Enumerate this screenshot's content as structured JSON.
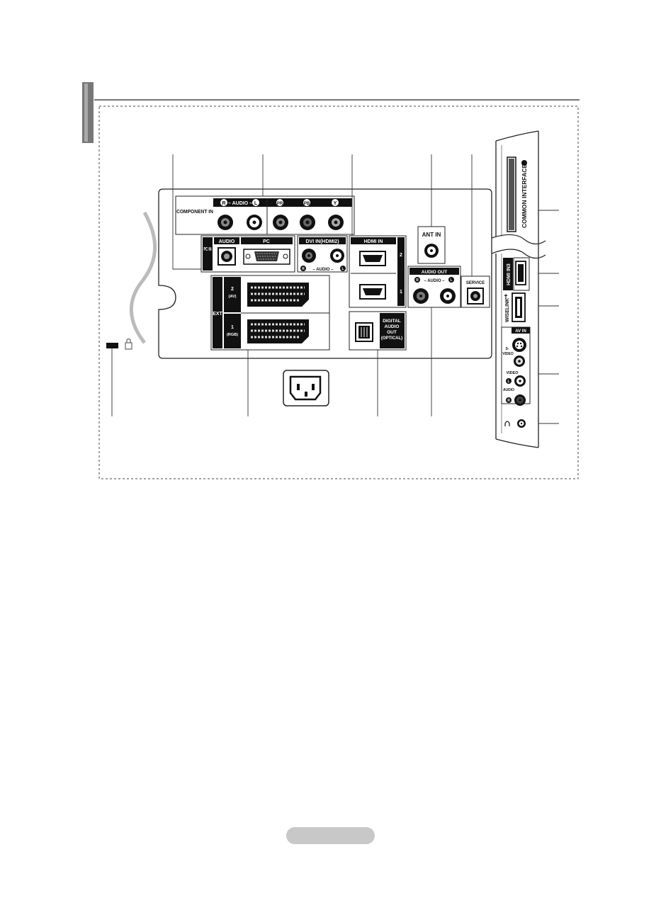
{
  "component": {
    "title": "COMPONENT IN",
    "audio": "– AUDIO –",
    "r": "R",
    "l": "L",
    "pr": "PR",
    "pb": "PB",
    "y": "Y"
  },
  "pcin": {
    "title": "PC IN",
    "audio": "AUDIO",
    "pc": "PC"
  },
  "dvi": {
    "title": "DVI IN(HDMI2)",
    "audio": "– AUDIO –",
    "r": "R",
    "l": "L"
  },
  "hdmi": {
    "title": "HDMI IN",
    "n2": "2",
    "n1": "1"
  },
  "antin": {
    "label": "ANT IN"
  },
  "audioout": {
    "title": "AUDIO OUT",
    "audio": "– AUDIO –",
    "r": "R",
    "l": "L"
  },
  "service": {
    "label": "SERVICE"
  },
  "ext": {
    "title": "EXT",
    "ch2": "2",
    "ch2sub": "(AV)",
    "ch1": "1",
    "ch1sub": "(RGB)"
  },
  "optical": {
    "l1": "DIGITAL",
    "l2": "AUDIO",
    "l3": "OUT",
    "l4": "(OPTICAL)"
  },
  "side": {
    "ci": "COMMON INTERFACE",
    "hdmi3": "HDMI IN3",
    "wiselink": "WISELINK",
    "avin": "AV IN",
    "svideo1": "S-",
    "svideo2": "VIDEO",
    "video": "VIDEO",
    "audio": "AUDIO",
    "l": "L",
    "r": "R"
  }
}
